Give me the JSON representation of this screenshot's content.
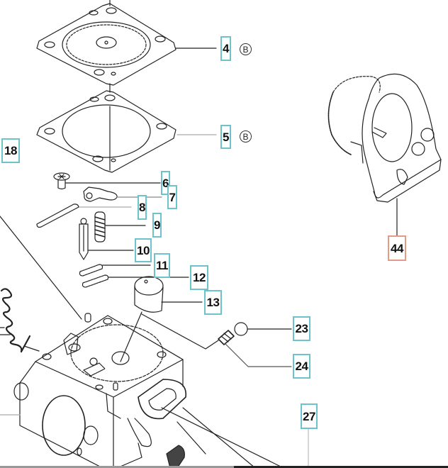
{
  "diagram": {
    "title": "Carburetor exploded parts diagram",
    "accent_color": "#6cc3cc",
    "highlight_color": "#e39a86",
    "callouts": [
      {
        "id": "4",
        "label": "4",
        "marker": "B",
        "highlighted": false
      },
      {
        "id": "5",
        "label": "5",
        "marker": "B",
        "highlighted": false
      },
      {
        "id": "6",
        "label": "6",
        "highlighted": false
      },
      {
        "id": "7",
        "label": "7",
        "highlighted": false
      },
      {
        "id": "8",
        "label": "8",
        "highlighted": false
      },
      {
        "id": "9",
        "label": "9",
        "highlighted": false
      },
      {
        "id": "10",
        "label": "10",
        "highlighted": false
      },
      {
        "id": "11",
        "label": "11",
        "highlighted": false
      },
      {
        "id": "12",
        "label": "12",
        "highlighted": false
      },
      {
        "id": "13",
        "label": "13",
        "highlighted": false
      },
      {
        "id": "18",
        "label": "18",
        "highlighted": false
      },
      {
        "id": "23",
        "label": "23",
        "highlighted": false
      },
      {
        "id": "24",
        "label": "24",
        "highlighted": false
      },
      {
        "id": "27",
        "label": "27",
        "highlighted": false
      },
      {
        "id": "44",
        "label": "44",
        "highlighted": true
      }
    ],
    "parts": [
      "diaphragm",
      "gasket",
      "screw",
      "lever",
      "shaft",
      "spring",
      "needle-valve",
      "seal-upper",
      "seal-lower",
      "filter-cap",
      "ball",
      "small-spring",
      "carburetor-body",
      "intake-adapter"
    ]
  }
}
